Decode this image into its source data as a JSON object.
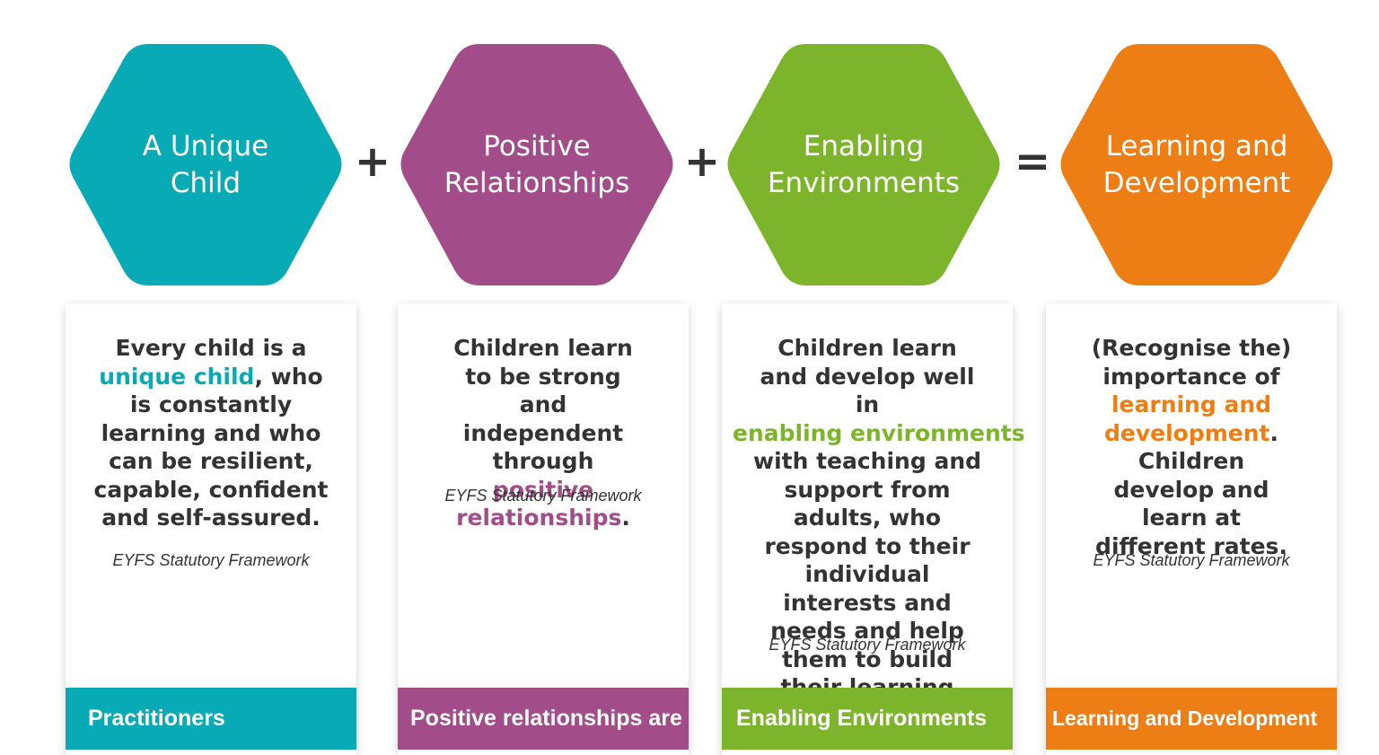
{
  "colors": {
    "teal": "#08aab5",
    "purple": "#a24c8a",
    "green": "#7cb52b",
    "orange": "#ec7e15",
    "text": "#333333"
  },
  "hexagons": [
    {
      "title": "A Unique\nChild"
    },
    {
      "title": "Positive\nRelationships"
    },
    {
      "title": "Enabling\nEnvironments"
    },
    {
      "title": "Learning and\nDevelopment"
    }
  ],
  "operators": [
    "+",
    "+",
    "="
  ],
  "cards": [
    {
      "line1": "Every child is a",
      "highlight": "unique child",
      "line2": ", who is constantly learning and who can be resilient, capable, confident and self-assured.",
      "source": "EYFS Statutory Framework",
      "footer": "Practitioners"
    },
    {
      "line1": "Children learn to be strong and independent through ",
      "highlight": "positive relationships",
      "line2": ".",
      "source": "EYFS Statutory Framework",
      "footer": "Positive relationships are"
    },
    {
      "line1": "Children learn and develop well in",
      "highlight": "enabling environments",
      "line2": "with teaching and support from adults, who respond to their individual interests and needs and help them to build their learning over time.",
      "source": "EYFS Statutory Framework",
      "footer": "Enabling Environments"
    },
    {
      "line1": "(Recognise the) importance of",
      "highlight": "learning and development",
      "line2": ". Children develop and learn at different rates.",
      "source": "EYFS Statutory Framework",
      "footer": "Learning and Development"
    }
  ]
}
